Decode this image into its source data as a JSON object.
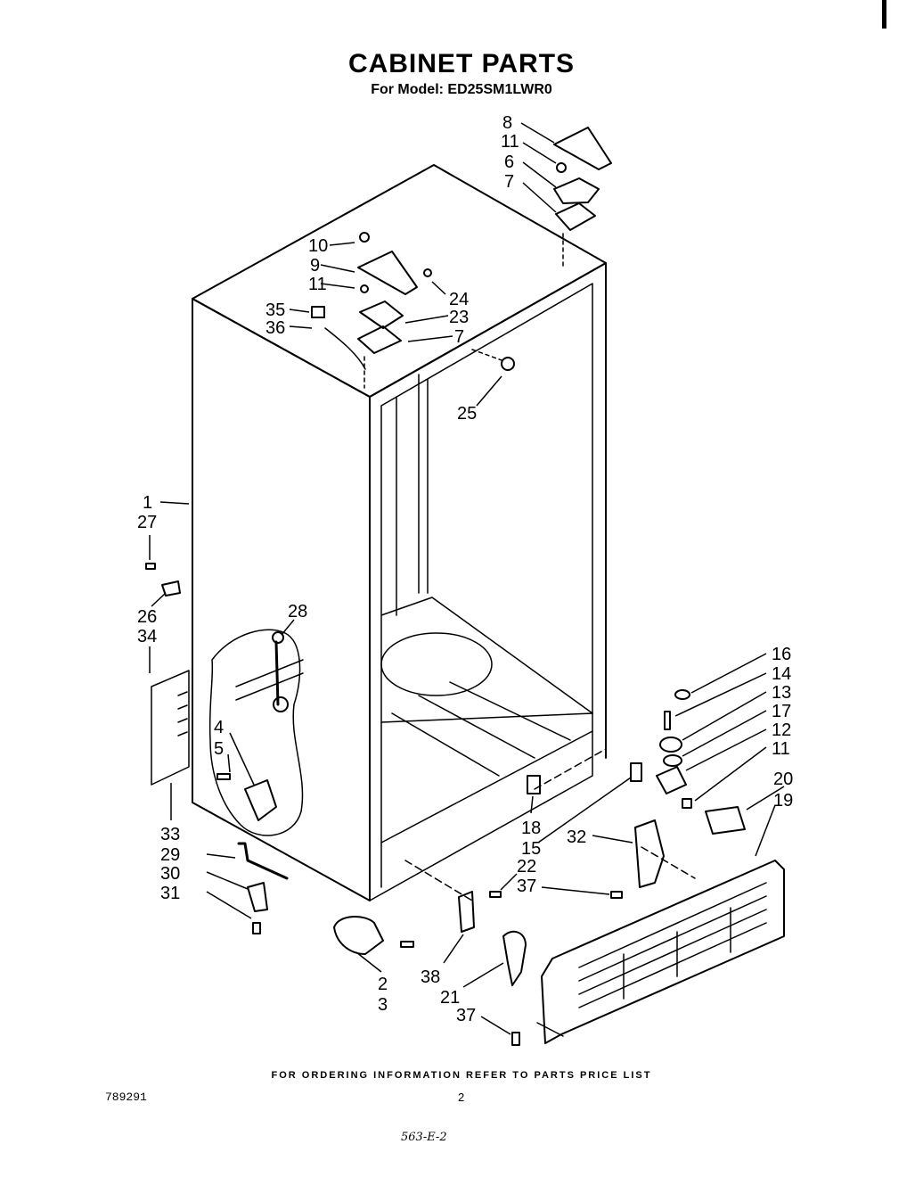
{
  "title": "CABINET PARTS",
  "subtitle": "For Model: ED25SM1LWR0",
  "footer_note": "FOR ORDERING INFORMATION REFER TO PARTS PRICE LIST",
  "doc_code": "789291",
  "page_number": "2",
  "handwritten_note": "563-E-2",
  "callouts": [
    "8",
    "11",
    "6",
    "7",
    "10",
    "9",
    "11",
    "24",
    "35",
    "23",
    "36",
    "7",
    "25",
    "1",
    "27",
    "26",
    "28",
    "34",
    "4",
    "5",
    "33",
    "29",
    "30",
    "31",
    "16",
    "14",
    "13",
    "17",
    "12",
    "11",
    "20",
    "19",
    "18",
    "15",
    "32",
    "22",
    "37",
    "2",
    "3",
    "38",
    "21",
    "37"
  ]
}
